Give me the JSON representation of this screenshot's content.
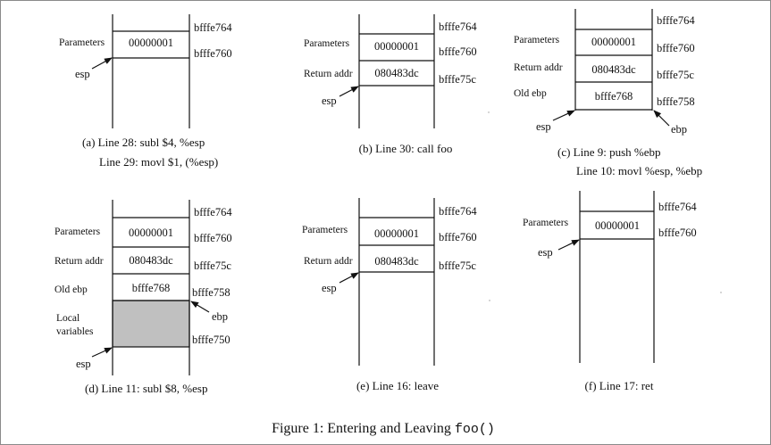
{
  "figure_caption": {
    "prefix": "Figure 1: Entering and Leaving ",
    "code": "foo()"
  },
  "panels": [
    {
      "caption_lines": [
        "(a) Line 28: subl $4, %esp",
        "Line 29: movl $1, (%esp)"
      ],
      "cells": [
        {
          "label": "Parameters",
          "value": "00000001",
          "addr_below": "bfffe760"
        }
      ],
      "top_addr": "bfffe764",
      "pointers": [
        {
          "label": "esp"
        }
      ]
    },
    {
      "caption_lines": [
        "(b) Line 30: call foo"
      ],
      "cells": [
        {
          "label": "Parameters",
          "value": "00000001",
          "addr_below": "bfffe760"
        },
        {
          "label": "Return addr",
          "value": "080483dc",
          "addr_below": "bfffe75c"
        }
      ],
      "top_addr": "bfffe764",
      "pointers": [
        {
          "label": "esp"
        }
      ]
    },
    {
      "caption_lines": [
        "(c) Line 9: push %ebp",
        "Line 10: movl %esp, %ebp"
      ],
      "cells": [
        {
          "label": "Parameters",
          "value": "00000001",
          "addr_below": "bfffe760"
        },
        {
          "label": "Return addr",
          "value": "080483dc",
          "addr_below": "bfffe75c"
        },
        {
          "label": "Old ebp",
          "value": "bfffe768",
          "addr_below": "bfffe758"
        }
      ],
      "top_addr": "bfffe764",
      "pointers": [
        {
          "label": "esp"
        },
        {
          "label": "ebp"
        }
      ]
    },
    {
      "caption_lines": [
        "(d) Line 11: subl $8, %esp"
      ],
      "cells": [
        {
          "label": "Parameters",
          "value": "00000001",
          "addr_below": "bfffe760"
        },
        {
          "label": "Return addr",
          "value": "080483dc",
          "addr_below": "bfffe75c"
        },
        {
          "label": "Old ebp",
          "value": "bfffe768",
          "addr_below": "bfffe758"
        },
        {
          "label_lines": [
            "Local",
            "variables"
          ],
          "value": "",
          "addr_below": "bfffe750",
          "shaded": true
        }
      ],
      "top_addr": "bfffe764",
      "pointers": [
        {
          "label": "ebp"
        },
        {
          "label": "esp"
        }
      ]
    },
    {
      "caption_lines": [
        "(e) Line 16: leave"
      ],
      "cells": [
        {
          "label": "Parameters",
          "value": "00000001",
          "addr_below": "bfffe760"
        },
        {
          "label": "Return addr",
          "value": "080483dc",
          "addr_below": "bfffe75c"
        }
      ],
      "top_addr": "bfffe764",
      "pointers": [
        {
          "label": "esp"
        }
      ]
    },
    {
      "caption_lines": [
        "(f) Line 17: ret"
      ],
      "cells": [
        {
          "label": "Parameters",
          "value": "00000001",
          "addr_below": "bfffe760"
        }
      ],
      "top_addr": "bfffe764",
      "pointers": [
        {
          "label": "esp"
        }
      ]
    }
  ],
  "colors": {
    "shaded_cell": "#c0c0c0",
    "stroke": "#111111"
  }
}
